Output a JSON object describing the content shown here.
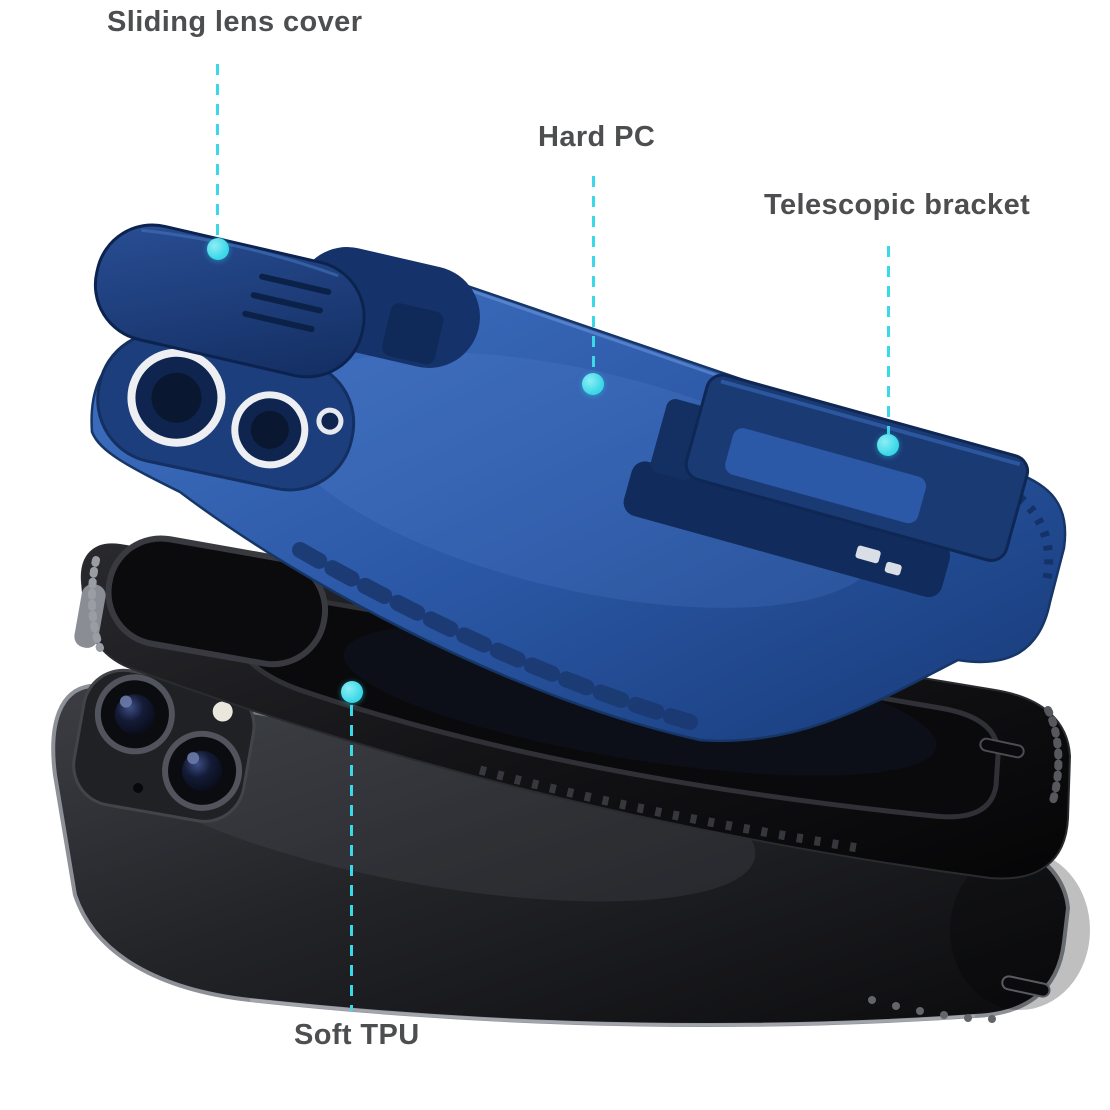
{
  "colors": {
    "background": "#ffffff",
    "accent": "#3bd8e8",
    "label_text": "#4d4e50",
    "shell_blue": "#2c59a7",
    "shell_navy": "#16356b",
    "tpu_black": "#121214",
    "phone_gray": "#232428",
    "frame_silver": "#8d9096"
  },
  "annotations": [
    {
      "id": "sliding-lens-cover",
      "label": "Sliding lens cover"
    },
    {
      "id": "hard-pc",
      "label": "Hard PC"
    },
    {
      "id": "telescopic-bracket",
      "label": "Telescopic bracket"
    },
    {
      "id": "soft-tpu",
      "label": "Soft TPU"
    }
  ]
}
